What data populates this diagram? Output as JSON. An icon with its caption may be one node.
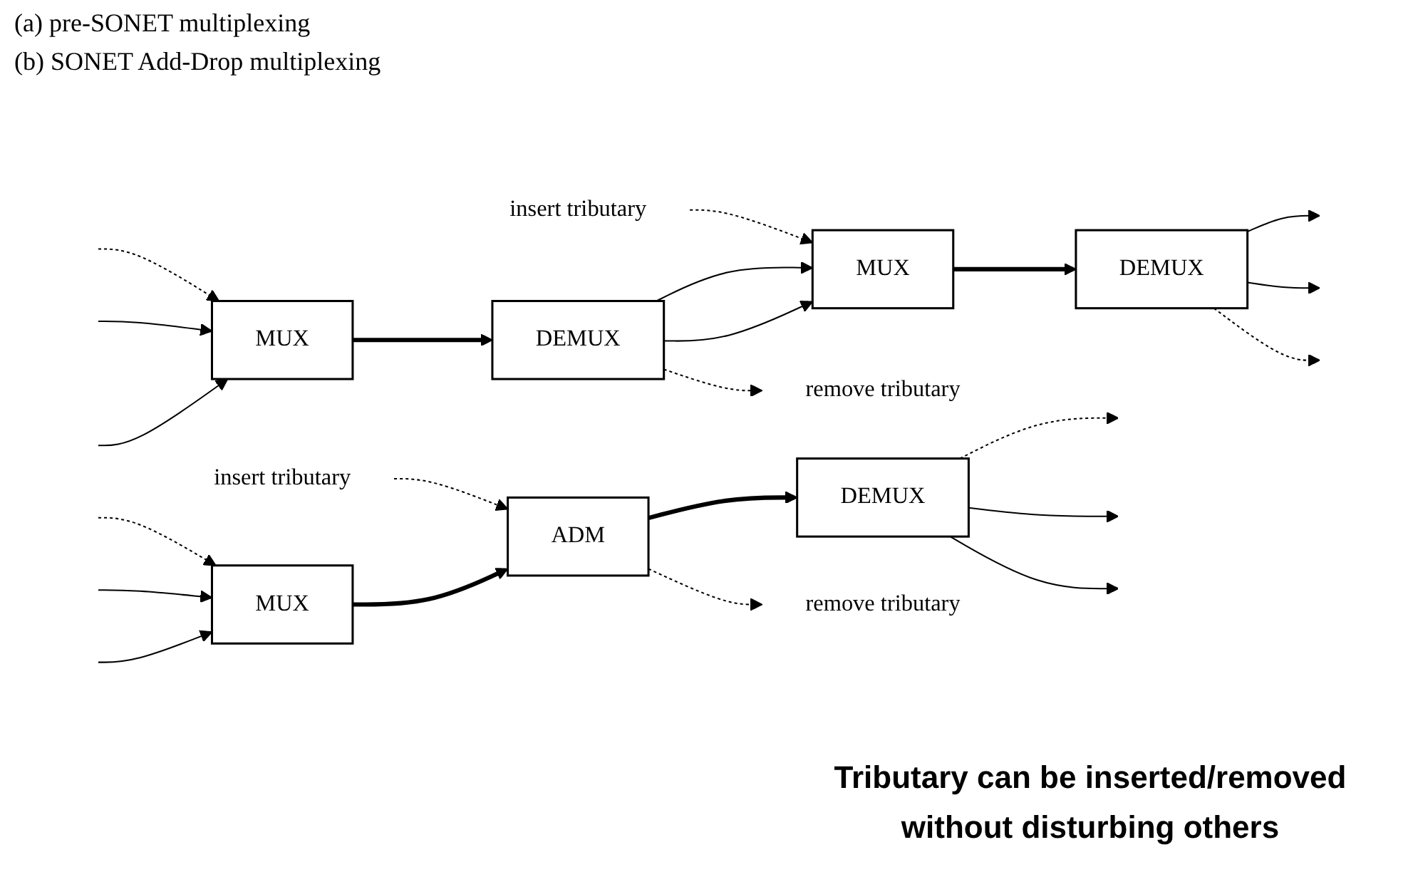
{
  "diagram": {
    "nodes": [
      {
        "text": [
          "MUX"
        ]
      },
      {
        "text": [
          "DEMUX"
        ]
      },
      {
        "text": [
          "MUX"
        ]
      },
      {
        "text": [
          "DEMUX"
        ]
      },
      {
        "text": [
          "remove tributary"
        ]
      },
      {
        "text": [
          "insert tributary"
        ]
      },
      {
        "text": [
          "MUX"
        ]
      },
      {
        "text": [
          "ADM"
        ]
      },
      {
        "text": [
          "DEMUX"
        ]
      },
      {
        "text": [
          "remove tributary"
        ]
      },
      {
        "text": [
          "insert tributary"
        ]
      }
    ],
    "edges": [
      {
        "from": null,
        "to": 0,
        "arrow": "to"
      },
      {
        "from": null,
        "to": 0,
        "arrow": "to"
      },
      {
        "from": null,
        "to": 0,
        "arrow": "to",
        "style": "dashed"
      },
      {
        "from": 0,
        "to": 1,
        "arrow": "to",
        "style": "thick"
      },
      {
        "from": 1,
        "to": 2,
        "arrow": "to"
      },
      {
        "from": 1,
        "to": 2,
        "arrow": "to"
      },
      {
        "from": 1,
        "to": 4,
        "arrow": "to",
        "style": "dashed"
      },
      {
        "from": 5,
        "to": 2,
        "arrow": "to",
        "style": "dashed"
      },
      {
        "from": 2,
        "to": 3,
        "arrow": "to",
        "style": "thick"
      },
      {
        "from": 3,
        "to": null,
        "arrow": "to"
      },
      {
        "from": 3,
        "to": null,
        "arrow": "to"
      },
      {
        "from": 3,
        "to": null,
        "arrow": "to",
        "style": "dashed"
      },
      {
        "from": null,
        "to": 6,
        "arrow": "to"
      },
      {
        "from": null,
        "to": 6,
        "arrow": "to"
      },
      {
        "from": null,
        "to": 6,
        "arrow": "to",
        "style": "dashed"
      },
      {
        "from": 6,
        "to": 7,
        "arrow": "to",
        "style": "thick"
      },
      {
        "from": 7,
        "to": 8,
        "arrow": "to",
        "style": "thick"
      },
      {
        "from": 7,
        "to": 9,
        "arrow": "to",
        "style": "dashed"
      },
      {
        "from": 10,
        "to": 7,
        "arrow": "to",
        "style": "dashed"
      },
      {
        "from": 8,
        "to": null,
        "arrow": "to"
      },
      {
        "from": 8,
        "to": null,
        "arrow": "to"
      },
      {
        "from": 8,
        "to": null,
        "arrow": "to",
        "style": "dashed"
      }
    ],
    "labels": [
      "(a)  pre-SONET multiplexing",
      "(b)  SONET Add-Drop multiplexing",
      "Tributary can be inserted/removed without disturbing others"
    ]
  }
}
